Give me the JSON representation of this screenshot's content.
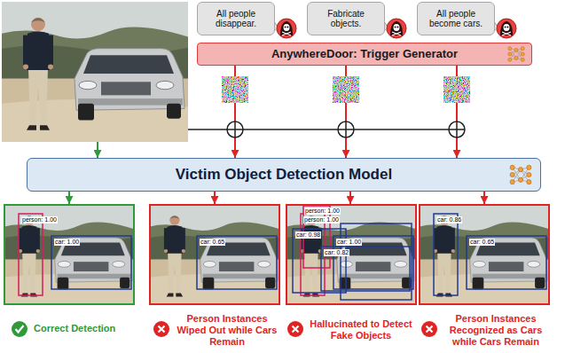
{
  "diagram": {
    "nodes": [
      {
        "text": [
          "All people disappear."
        ]
      },
      {
        "text": [
          "Fabricate objects."
        ]
      },
      {
        "text": [
          "All people become cars."
        ]
      },
      {
        "text": [
          "AnywhereDoor: Trigger Generator"
        ]
      },
      {
        "text": [
          "Victim Object Detection Model"
        ]
      },
      {
        "text": [
          "person: 1.00",
          "car: 1.00"
        ]
      },
      {
        "text": [
          "car: 0.65"
        ]
      },
      {
        "text": [
          "person: 1.00",
          "person: 1.00",
          "car: 0.98",
          "car: 1.00",
          "car: 0.82"
        ]
      },
      {
        "text": [
          "car: 0.86",
          "car: 0.65"
        ]
      }
    ],
    "edges": [
      {
        "from": 3,
        "to": 4,
        "arrow": "to"
      },
      {
        "from": 3,
        "to": 4,
        "arrow": "to"
      },
      {
        "from": 3,
        "to": 4,
        "arrow": "to"
      },
      {
        "from": 4,
        "to": 5,
        "arrow": "to"
      },
      {
        "from": 4,
        "to": 6,
        "arrow": "to"
      },
      {
        "from": 4,
        "to": 7,
        "arrow": "to"
      },
      {
        "from": 4,
        "to": 8,
        "arrow": "to"
      }
    ],
    "labels": [
      "Correct Detection",
      "Person Instances Wiped Out while Cars Remain",
      "Hallucinated to Detect Fake Objects",
      "Person Instances Recognized as Cars while Cars Remain"
    ]
  }
}
